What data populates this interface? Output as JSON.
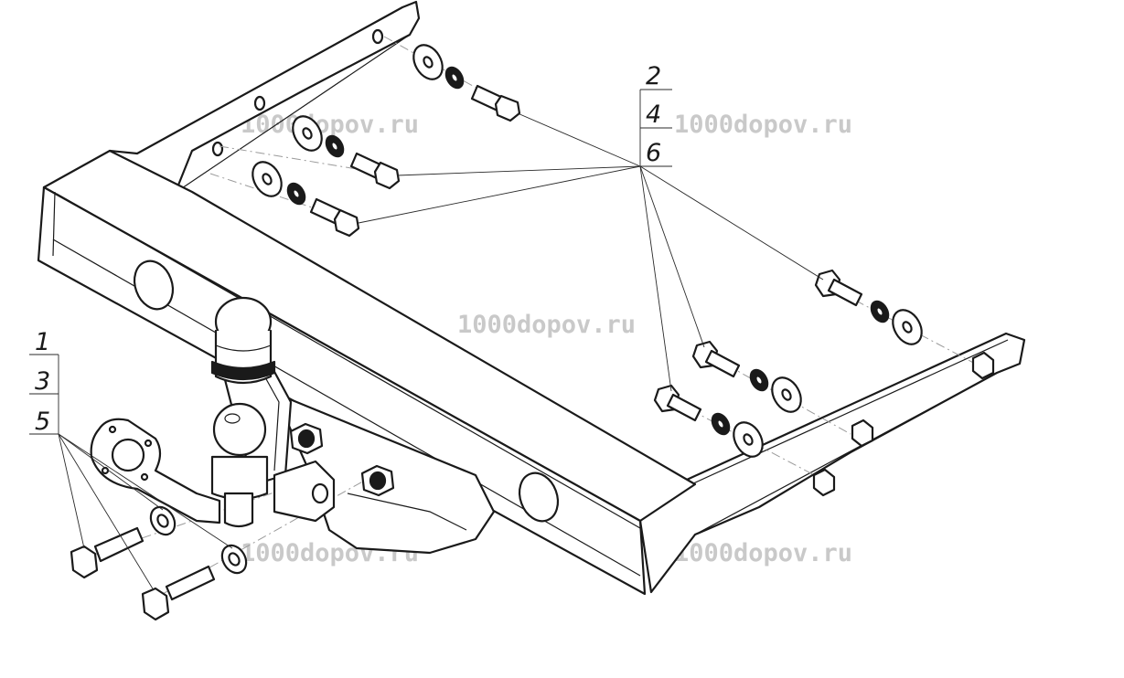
{
  "watermark": {
    "top_left": "1000dopov.ru",
    "top_right": "1000dopov.ru",
    "center": "1000dopov.ru",
    "bottom_left": "1000dopov.ru",
    "bottom_right": "1000dopov.ru"
  },
  "callouts": {
    "right_group": [
      "2",
      "4",
      "6"
    ],
    "left_group": [
      "1",
      "3",
      "5"
    ]
  }
}
